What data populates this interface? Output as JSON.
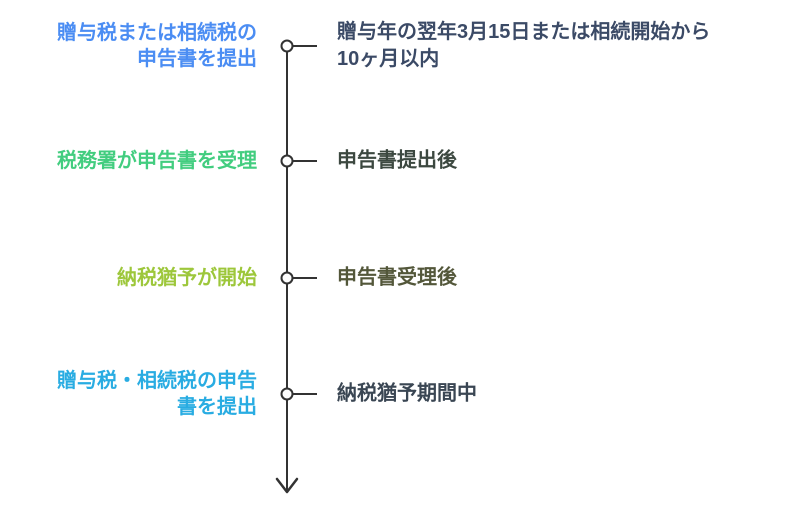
{
  "diagram": {
    "line_color": "#333333",
    "node_fill": "#ffffff",
    "rows": [
      {
        "label": "贈与税または相続税の\n申告書を提出",
        "label_color": "#4B8DF3",
        "detail": "贈与年の翌年3月15日または相続開始から\n10ヶ月以内",
        "detail_color": "#3B4A66"
      },
      {
        "label": "税務署が申告書を受理",
        "label_color": "#42CD7F",
        "detail": "申告書提出後",
        "detail_color": "#3C4840"
      },
      {
        "label": "納税猶予が開始",
        "label_color": "#9DC73B",
        "detail": "申告書受理後",
        "detail_color": "#53573A"
      },
      {
        "label": "贈与税・相続税の申告\n書を提出",
        "label_color": "#29ACE2",
        "detail": "納税猶予期間中",
        "detail_color": "#3A4653"
      }
    ]
  }
}
